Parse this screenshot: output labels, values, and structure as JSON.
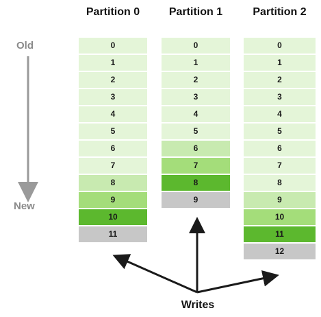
{
  "headers": [
    "Partition 0",
    "Partition 1",
    "Partition 2"
  ],
  "old_label": "Old",
  "new_label": "New",
  "writes_label": "Writes",
  "colors": {
    "light": "#e4f5d8",
    "medium": "#c8eab0",
    "bright": "#a4dd7a",
    "dark": "#5cb82e",
    "gray": "#c7c7c7",
    "time_arrow": "#9a9a9a",
    "write_arrow": "#1a1a1a"
  },
  "partitions": [
    {
      "name": "Partition 0",
      "offsets": [
        "0",
        "1",
        "2",
        "3",
        "4",
        "5",
        "6",
        "7",
        "8",
        "9",
        "10",
        "11"
      ],
      "shades": [
        "light",
        "light",
        "light",
        "light",
        "light",
        "light",
        "light",
        "light",
        "medium",
        "bright",
        "dark",
        "gray"
      ]
    },
    {
      "name": "Partition 1",
      "offsets": [
        "0",
        "1",
        "2",
        "3",
        "4",
        "5",
        "6",
        "7",
        "8",
        "9"
      ],
      "shades": [
        "light",
        "light",
        "light",
        "light",
        "light",
        "light",
        "medium",
        "bright",
        "dark",
        "gray"
      ]
    },
    {
      "name": "Partition 2",
      "offsets": [
        "0",
        "1",
        "2",
        "3",
        "4",
        "5",
        "6",
        "7",
        "8",
        "9",
        "10",
        "11",
        "12"
      ],
      "shades": [
        "light",
        "light",
        "light",
        "light",
        "light",
        "light",
        "light",
        "light",
        "light",
        "medium",
        "bright",
        "dark",
        "gray"
      ]
    }
  ]
}
